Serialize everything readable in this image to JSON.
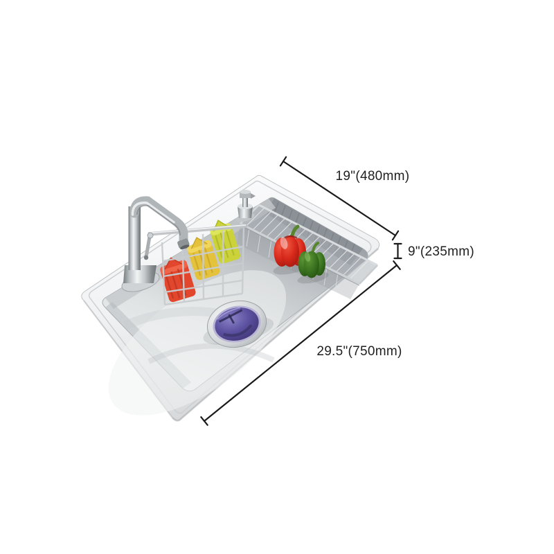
{
  "image": {
    "type": "product-dimension-diagram",
    "subject": "stainless-steel kitchen sink with faucet, soap dispenser, utensil caddy, drain basket with peppers, and blue drain cover"
  },
  "annotations": {
    "top_width": "19\"(480mm)",
    "side_depth": "9\"(235mm)",
    "bottom_length": "29.5\"(750mm)"
  },
  "colors": {
    "background": "#ffffff",
    "dimension_line": "#1a1a1a",
    "label_text": "#1f1f1f",
    "steel_light": "#f4f6f7",
    "steel_mid": "#c9cdd0",
    "steel_dark": "#8f959a",
    "drain_blue": "#5b51a0",
    "towel_red": "#e2472e",
    "towel_yellow": "#e5c23c",
    "towel_green": "#cbd23a",
    "pepper_red": "#cf2318",
    "pepper_green": "#2f6a1a"
  }
}
